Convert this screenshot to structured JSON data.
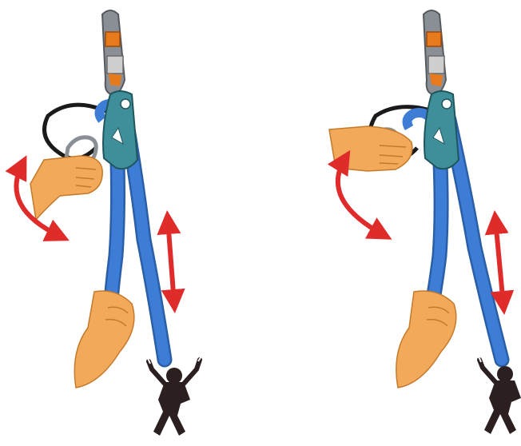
{
  "diagram": {
    "panels": [
      {
        "id": "left",
        "stage": "lever-engaged"
      },
      {
        "id": "right",
        "stage": "lever-released"
      }
    ],
    "colors": {
      "rope": "#3d7dd6",
      "rope_dark": "#2a5fa8",
      "device": "#3f8f9a",
      "device_dark": "#2d6e77",
      "carabiner_gray": "#8a8f96",
      "carabiner_orange": "#e87a1e",
      "hand": "#f2a95a",
      "hand_shadow": "#d88a3c",
      "arrow": "#e02b2b",
      "climber": "#2b1f1f",
      "lever_loop": "#1a1a1a"
    },
    "icons": [
      "carabiner-icon",
      "belay-device-icon",
      "hand-icon",
      "climber-icon",
      "arrow-icon"
    ]
  }
}
